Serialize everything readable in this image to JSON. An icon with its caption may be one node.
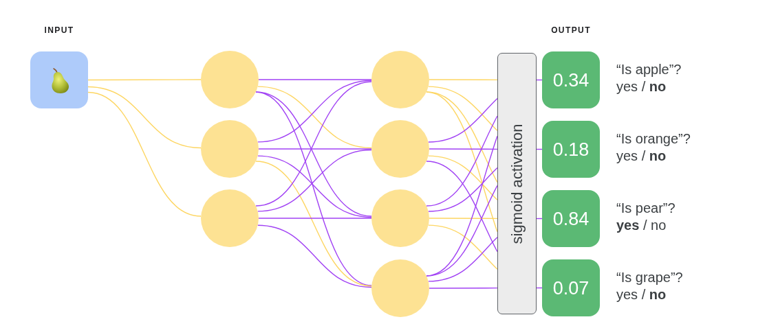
{
  "diagram": {
    "nodes": [
      {
        "text": [],
        "shape": "box"
      },
      {
        "text": [],
        "shape": "circle"
      },
      {
        "text": [],
        "shape": "circle"
      },
      {
        "text": [],
        "shape": "circle"
      },
      {
        "text": [],
        "shape": "circle"
      },
      {
        "text": [],
        "shape": "circle"
      },
      {
        "text": [],
        "shape": "circle"
      },
      {
        "text": [],
        "shape": "circle"
      },
      {
        "text": [
          "sigmoid activation"
        ]
      },
      {
        "text": [
          "0.34"
        ],
        "beside": [
          "“Is apple”?",
          "yes / **no**"
        ]
      },
      {
        "text": [
          "0.18"
        ],
        "beside": [
          "“Is orange”?",
          "yes / **no**"
        ]
      },
      {
        "text": [
          "0.84"
        ],
        "beside": [
          "“Is pear”?",
          "**yes** / no"
        ]
      },
      {
        "text": [
          "0.07"
        ],
        "beside": [
          "“Is grape”?",
          "yes / **no**"
        ]
      }
    ],
    "edges": [
      {
        "from": 0,
        "to": 1,
        "arrow": "none",
        "color": "#fdd663"
      },
      {
        "from": 0,
        "to": 2,
        "arrow": "none",
        "color": "#fdd663"
      },
      {
        "from": 0,
        "to": 3,
        "arrow": "none",
        "color": "#fdd663"
      },
      {
        "from": 1,
        "to": 4,
        "arrow": "none"
      },
      {
        "from": 1,
        "to": 5,
        "arrow": "none",
        "color": "#fdd663"
      },
      {
        "from": 1,
        "to": 6,
        "arrow": "none"
      },
      {
        "from": 1,
        "to": 7,
        "arrow": "none"
      },
      {
        "from": 2,
        "to": 4,
        "arrow": "none"
      },
      {
        "from": 2,
        "to": 5,
        "arrow": "none"
      },
      {
        "from": 2,
        "to": 6,
        "arrow": "none"
      },
      {
        "from": 2,
        "to": 7,
        "arrow": "none",
        "color": "#fdd663"
      },
      {
        "from": 3,
        "to": 4,
        "arrow": "none"
      },
      {
        "from": 3,
        "to": 5,
        "arrow": "none"
      },
      {
        "from": 3,
        "to": 6,
        "arrow": "none"
      },
      {
        "from": 3,
        "to": 7,
        "arrow": "none"
      },
      {
        "from": 4,
        "to": 8,
        "arrow": "none",
        "color": "#fdd663"
      },
      {
        "from": 4,
        "to": 8,
        "arrow": "none",
        "color": "#fdd663"
      },
      {
        "from": 4,
        "to": 8,
        "arrow": "none",
        "color": "#fdd663"
      },
      {
        "from": 4,
        "to": 8,
        "arrow": "none",
        "color": "#fdd663"
      },
      {
        "from": 5,
        "to": 8,
        "arrow": "none"
      },
      {
        "from": 5,
        "to": 8,
        "arrow": "none"
      },
      {
        "from": 5,
        "to": 8,
        "arrow": "none",
        "color": "#fdd663"
      },
      {
        "from": 5,
        "to": 8,
        "arrow": "none"
      },
      {
        "from": 6,
        "to": 8,
        "arrow": "none"
      },
      {
        "from": 6,
        "to": 8,
        "arrow": "none"
      },
      {
        "from": 6,
        "to": 8,
        "arrow": "none",
        "color": "#fdd663"
      },
      {
        "from": 6,
        "to": 8,
        "arrow": "none",
        "color": "#fdd663"
      },
      {
        "from": 7,
        "to": 8,
        "arrow": "none"
      },
      {
        "from": 7,
        "to": 8,
        "arrow": "none"
      },
      {
        "from": 7,
        "to": 8,
        "arrow": "none"
      },
      {
        "from": 7,
        "to": 8,
        "arrow": "none"
      },
      {
        "from": 8,
        "to": 9,
        "arrow": "none"
      },
      {
        "from": 8,
        "to": 10,
        "arrow": "none"
      },
      {
        "from": 8,
        "to": 11,
        "arrow": "none"
      },
      {
        "from": 8,
        "to": 12,
        "arrow": "none"
      }
    ],
    "labels": [
      "INPUT",
      "OUTPUT"
    ]
  }
}
